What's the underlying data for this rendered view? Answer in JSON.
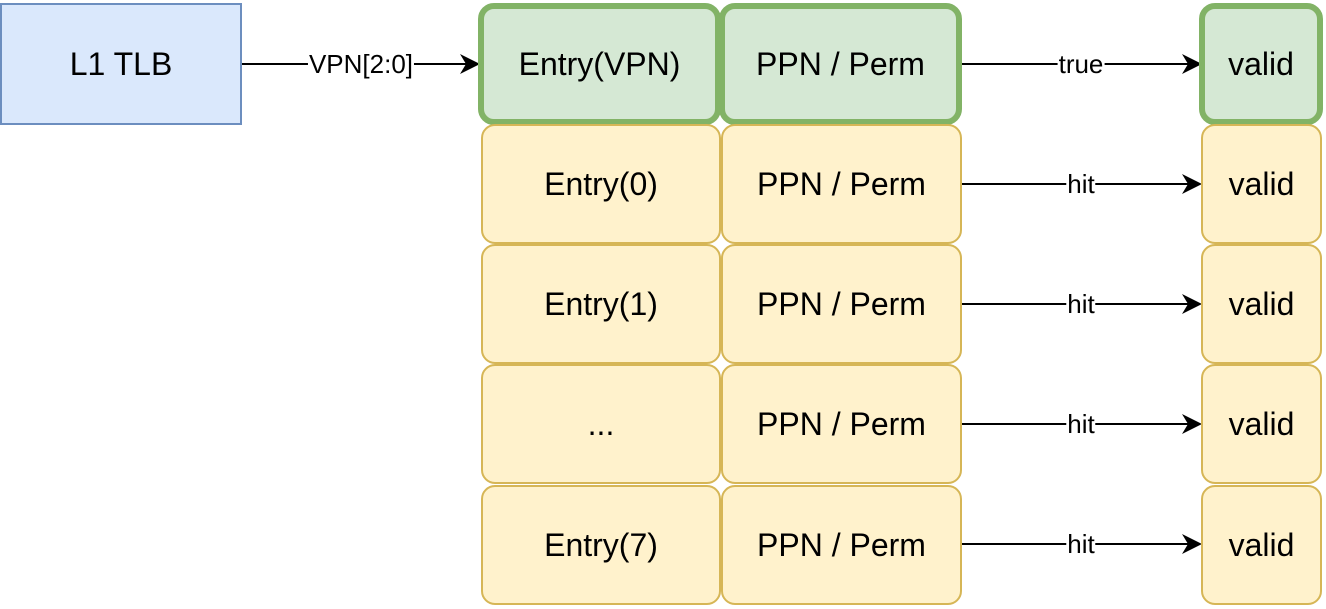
{
  "diagram": {
    "l1_tlb": "L1 TLB",
    "input_label": "VPN[2:0]",
    "selected_row": {
      "entry": "Entry(VPN)",
      "field": "PPN / Perm",
      "result_label": "true",
      "output": "valid"
    },
    "rows": [
      {
        "entry": "Entry(0)",
        "field": "PPN / Perm",
        "result_label": "hit",
        "output": "valid"
      },
      {
        "entry": "Entry(1)",
        "field": "PPN / Perm",
        "result_label": "hit",
        "output": "valid"
      },
      {
        "entry": "...",
        "field": "PPN / Perm",
        "result_label": "hit",
        "output": "valid"
      },
      {
        "entry": "Entry(7)",
        "field": "PPN / Perm",
        "result_label": "hit",
        "output": "valid"
      }
    ],
    "colors": {
      "tlb_fill": "#dae8fc",
      "tlb_stroke": "#6c8ebf",
      "selected_fill": "#d5e8d4",
      "selected_stroke": "#82b366",
      "entry_fill": "#fff2cc",
      "entry_stroke": "#d6b656"
    }
  }
}
